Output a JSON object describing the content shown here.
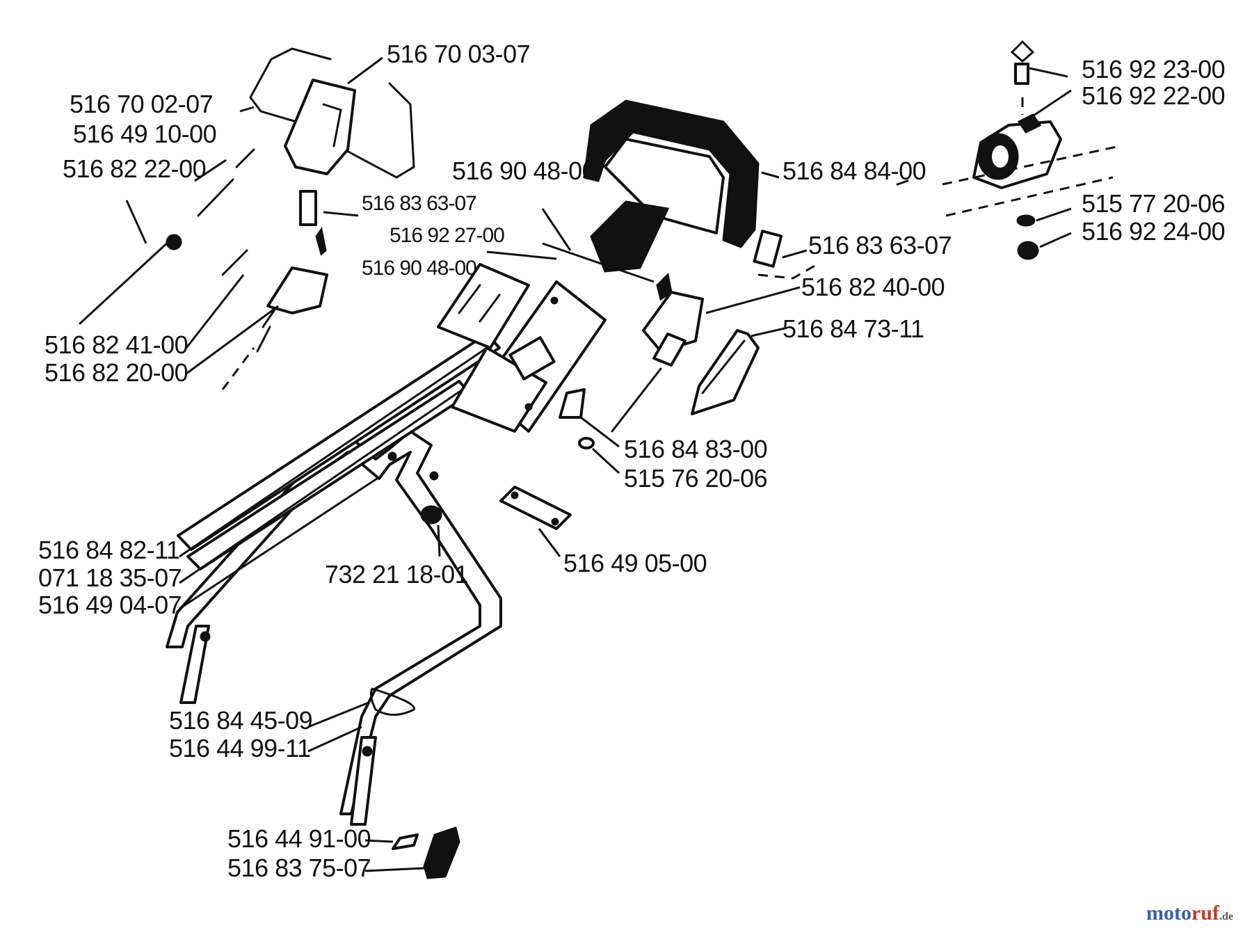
{
  "labels": [
    "516 70 03-07",
    "516 70 02-07",
    "516 49 10-00",
    "516 82 22-00",
    "516 83 63-07",
    "516 92 27-00",
    "516 90 48-00",
    "516 90 48-00",
    "516 82 41-00",
    "516 82 20-00",
    "516 84 84-00",
    "516 83 63-07",
    "516 82 40-00",
    "516 84 73-11",
    "516 92 23-00",
    "516 92 22-00",
    "515 77 20-06",
    "516 92 24-00",
    "516 84 83-00",
    "515 76 20-06",
    "516 84 82-11",
    "071 18 35-07",
    "516 49 04-07",
    "732 21 18-01",
    "516 49 05-00",
    "516 84 45-09",
    "516 44 99-11",
    "516 44 91-00",
    "516 83 75-07"
  ],
  "watermark": {
    "part1": "moto",
    "part2": "ruf",
    "part3": ".de",
    "colors": {
      "moto": "#3a5fa8",
      "ruf": "#c0392b",
      "de": "#555555"
    }
  }
}
